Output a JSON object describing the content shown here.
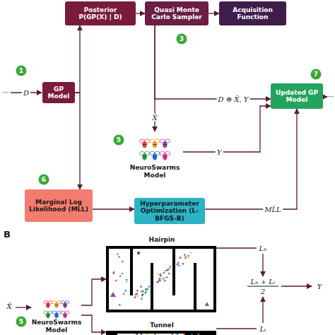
{
  "diagram": {
    "nodes": [
      {
        "text": [
          "Posterior",
          "P(GP(X) | D)"
        ]
      },
      {
        "text": [
          "Quasi Monte Carlo Sampler"
        ]
      },
      {
        "text": [
          "Acquisition Function"
        ]
      },
      {
        "text": [
          "GP Model"
        ]
      },
      {
        "text": [
          "NeuroSwarms Model"
        ]
      },
      {
        "text": [
          "Updated GP Model"
        ]
      },
      {
        "text": [
          "Marginal Log Likelihood (MLL)"
        ]
      },
      {
        "text": [
          "Hyperparameter Optimization (L-BFGS-B)"
        ]
      },
      {
        "text": [
          "Hairpin"
        ]
      },
      {
        "text": [
          "Tunnel"
        ]
      },
      {
        "text": [
          "NeuroSwarms Model"
        ]
      }
    ],
    "edges": [
      {
        "from": 3,
        "to": 0,
        "arrow": "to"
      },
      {
        "from": 3,
        "to": 6,
        "arrow": "to"
      },
      {
        "from": 0,
        "to": 1,
        "arrow": "to"
      },
      {
        "from": 1,
        "to": 2,
        "arrow": "to"
      },
      {
        "from": 1,
        "to": 4,
        "label": "X̂",
        "arrow": "to"
      },
      {
        "from": 1,
        "to": 5,
        "label": "D ⊕ X̂, Y",
        "arrow": "to"
      },
      {
        "from": 4,
        "to": 5,
        "label": "Y",
        "arrow": "to"
      },
      {
        "from": 6,
        "to": 7,
        "arrow": "to"
      },
      {
        "from": 7,
        "to": 5,
        "label": "ML̂L",
        "arrow": "to"
      },
      {
        "from": 10,
        "to": 8,
        "arrow": "to"
      },
      {
        "from": 10,
        "to": 9,
        "arrow": "to"
      }
    ],
    "labels": [
      "⋯",
      "D",
      "1",
      "3",
      "5",
      "6",
      "7",
      "⋯",
      "B",
      "X̂",
      "5",
      "Lₕ",
      "Lₜ",
      "Lₕ + Lₜ",
      "2",
      "Y"
    ]
  }
}
